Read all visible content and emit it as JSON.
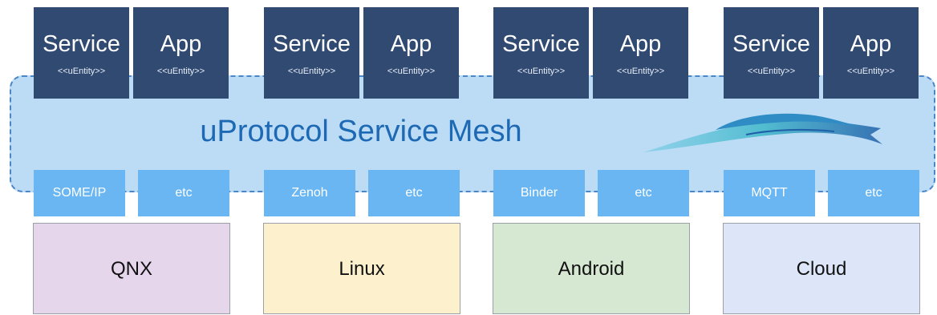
{
  "mesh": {
    "title": "uProtocol Service Mesh",
    "border_color": "#4a86c8",
    "fill_color": "#bcdcf6",
    "title_color": "#1d69b3"
  },
  "car_logo": {
    "icon": "car-silhouette-icon",
    "colors": [
      "#1f5fa8",
      "#3fb7c9",
      "#63c6dd"
    ]
  },
  "colors": {
    "entity": "#314a72",
    "transport": "#69b6f3"
  },
  "stacks": [
    {
      "entities": [
        {
          "name": "Service",
          "stereotype": "<<uEntity>>"
        },
        {
          "name": "App",
          "stereotype": "<<uEntity>>"
        }
      ],
      "transports": [
        "SOME/IP",
        "etc"
      ],
      "platform": {
        "name": "QNX",
        "color": "#e6d6ec"
      }
    },
    {
      "entities": [
        {
          "name": "Service",
          "stereotype": "<<uEntity>>"
        },
        {
          "name": "App",
          "stereotype": "<<uEntity>>"
        }
      ],
      "transports": [
        "Zenoh",
        "etc"
      ],
      "platform": {
        "name": "Linux",
        "color": "#fdf1cd"
      }
    },
    {
      "entities": [
        {
          "name": "Service",
          "stereotype": "<<uEntity>>"
        },
        {
          "name": "App",
          "stereotype": "<<uEntity>>"
        }
      ],
      "transports": [
        "Binder",
        "etc"
      ],
      "platform": {
        "name": "Android",
        "color": "#d6e8d2"
      }
    },
    {
      "entities": [
        {
          "name": "Service",
          "stereotype": "<<uEntity>>"
        },
        {
          "name": "App",
          "stereotype": "<<uEntity>>"
        }
      ],
      "transports": [
        "MQTT",
        "etc"
      ],
      "platform": {
        "name": "Cloud",
        "color": "#dce6f8"
      }
    }
  ]
}
